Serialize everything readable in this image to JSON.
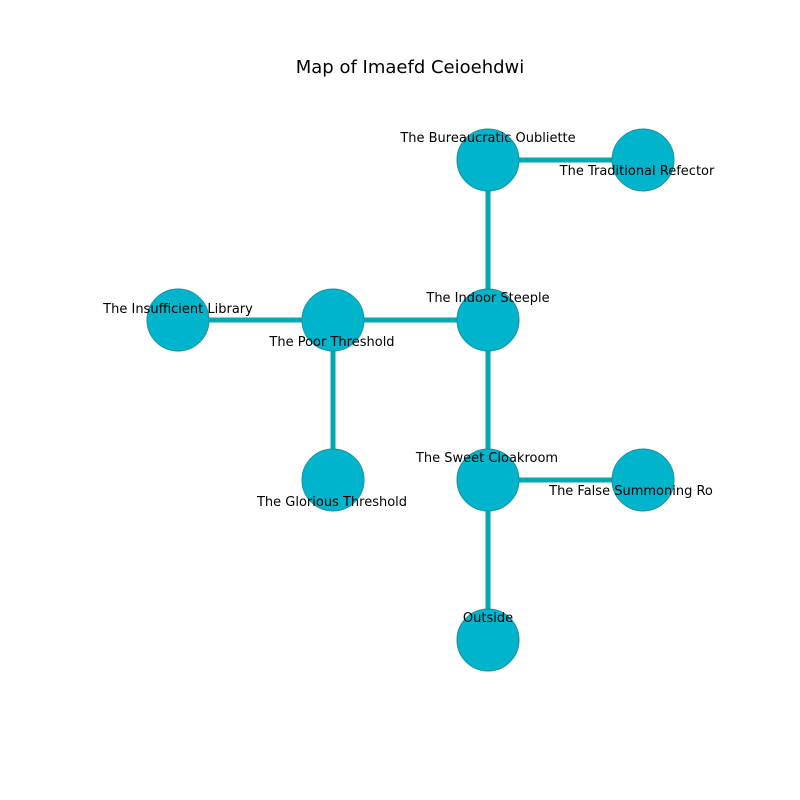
{
  "title": "Map of Imaefd Ceioehdwi",
  "colors": {
    "node_fill": "#00b4cc",
    "node_stroke": "#1a8fa6",
    "edge": "#00a8b0",
    "label": "#000000"
  },
  "rooms": [
    {
      "id": "bureaucratic_oubliette",
      "label": "The Bureaucratic Oubliette"
    },
    {
      "id": "traditional_refectory",
      "label": "The Traditional Refector"
    },
    {
      "id": "insufficient_library",
      "label": "The Insufficient Library"
    },
    {
      "id": "poor_threshold",
      "label": "The Poor Threshold"
    },
    {
      "id": "indoor_steeple",
      "label": "The Indoor Steeple"
    },
    {
      "id": "glorious_threshold",
      "label": "The Glorious Threshold"
    },
    {
      "id": "sweet_cloakroom",
      "label": "The Sweet Cloakroom"
    },
    {
      "id": "false_summoning",
      "label": "The False Summoning Ro"
    },
    {
      "id": "outside",
      "label": "Outside"
    }
  ],
  "connections": [
    {
      "from": "bureaucratic_oubliette",
      "to": "traditional_refectory"
    },
    {
      "from": "bureaucratic_oubliette",
      "to": "indoor_steeple"
    },
    {
      "from": "insufficient_library",
      "to": "poor_threshold"
    },
    {
      "from": "poor_threshold",
      "to": "indoor_steeple"
    },
    {
      "from": "poor_threshold",
      "to": "glorious_threshold"
    },
    {
      "from": "indoor_steeple",
      "to": "sweet_cloakroom"
    },
    {
      "from": "sweet_cloakroom",
      "to": "false_summoning"
    },
    {
      "from": "sweet_cloakroom",
      "to": "outside"
    }
  ]
}
